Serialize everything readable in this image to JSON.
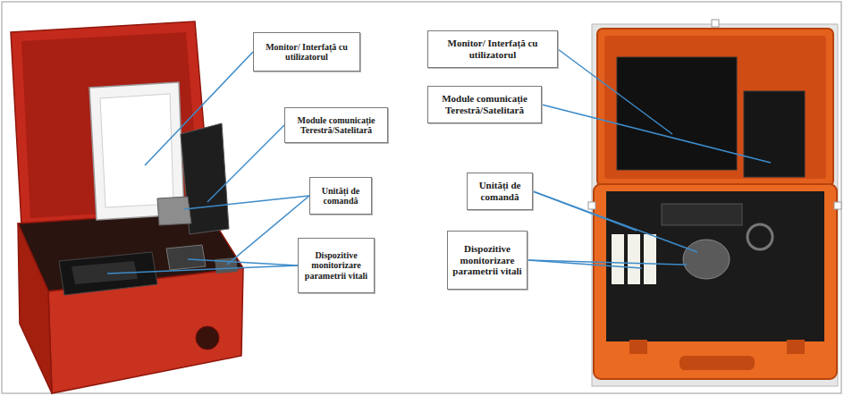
{
  "diagram": {
    "nodes": [
      {
        "text": [
          "Monitor/ Interfață cu utilizatorul"
        ]
      },
      {
        "text": [
          "Module comunicație Terestră/Satelitară"
        ]
      },
      {
        "text": [
          "Unități de comandă"
        ]
      },
      {
        "text": [
          "Dispozitive monitorizare parametrii vitali"
        ]
      },
      {
        "text": [
          "Monitor/ Interfață cu utilizatorul"
        ]
      },
      {
        "text": [
          "Module comunicație Terestră/Satelitară"
        ]
      },
      {
        "text": [
          "Unități de comandă"
        ]
      },
      {
        "text": [
          "Dispozitive monitorizare parametrii vitali"
        ]
      }
    ]
  }
}
